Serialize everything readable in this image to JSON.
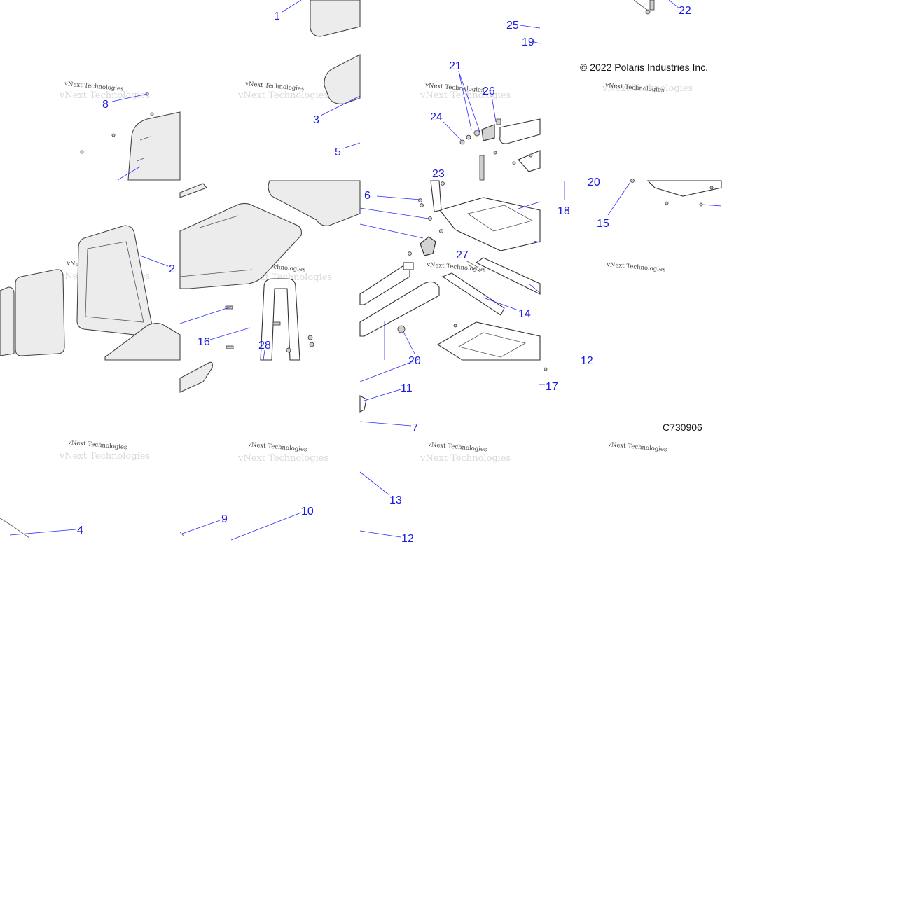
{
  "diagram": {
    "copyright": "© 2022 Polaris Industries Inc.",
    "figure_code": "C730906",
    "watermark": "vNext Technologies",
    "callouts": [
      "1",
      "2",
      "3",
      "4",
      "5",
      "6",
      "7",
      "8",
      "9",
      "10",
      "11",
      "12",
      "12",
      "13",
      "14",
      "15",
      "16",
      "17",
      "18",
      "19",
      "20",
      "20",
      "21",
      "22",
      "23",
      "24",
      "25",
      "26",
      "27",
      "28"
    ]
  }
}
